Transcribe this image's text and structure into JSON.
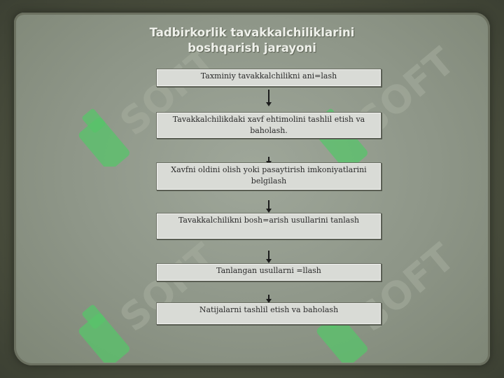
{
  "title_lines": [
    "Tadbirkorlik tavakkalchiliklarini",
    "boshqarish jarayoni"
  ],
  "watermark_text": "SOFT",
  "watermark_color": "#57c46a",
  "steps": [
    "Taxminiy tavakkalchilikni ani=lash",
    "Tavakkalchilikdaki xavf ehtimolini tashlil etish va baholash.",
    "Xavfni oldini olish yoki pasaytirish imkoniyatlarini belgilash",
    "Tavakkalchilikni bosh=arish usullarini tanlash",
    "Tanlangan usullarni =llash",
    "Natijalarni tashlil etish va baholash"
  ]
}
